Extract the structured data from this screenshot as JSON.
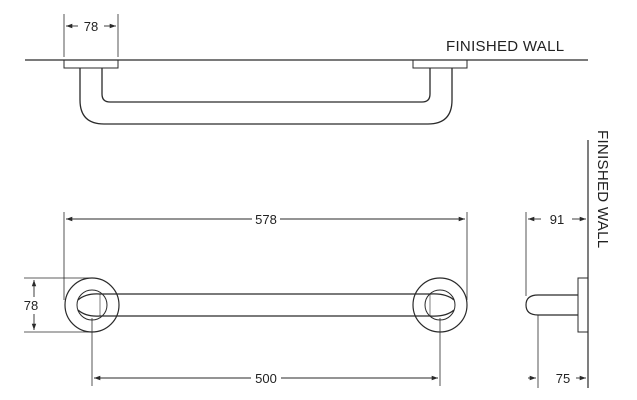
{
  "labels": {
    "finished_wall_top": "FINISHED WALL",
    "finished_wall_side": "FINISHED WALL"
  },
  "dimensions": {
    "top_flange_width": "78",
    "overall_length": "578",
    "flange_diameter": "78",
    "center_to_center": "500",
    "projection": "91",
    "wall_to_bar": "75"
  },
  "colors": {
    "line": "#2a2a2a",
    "background": "#ffffff"
  }
}
